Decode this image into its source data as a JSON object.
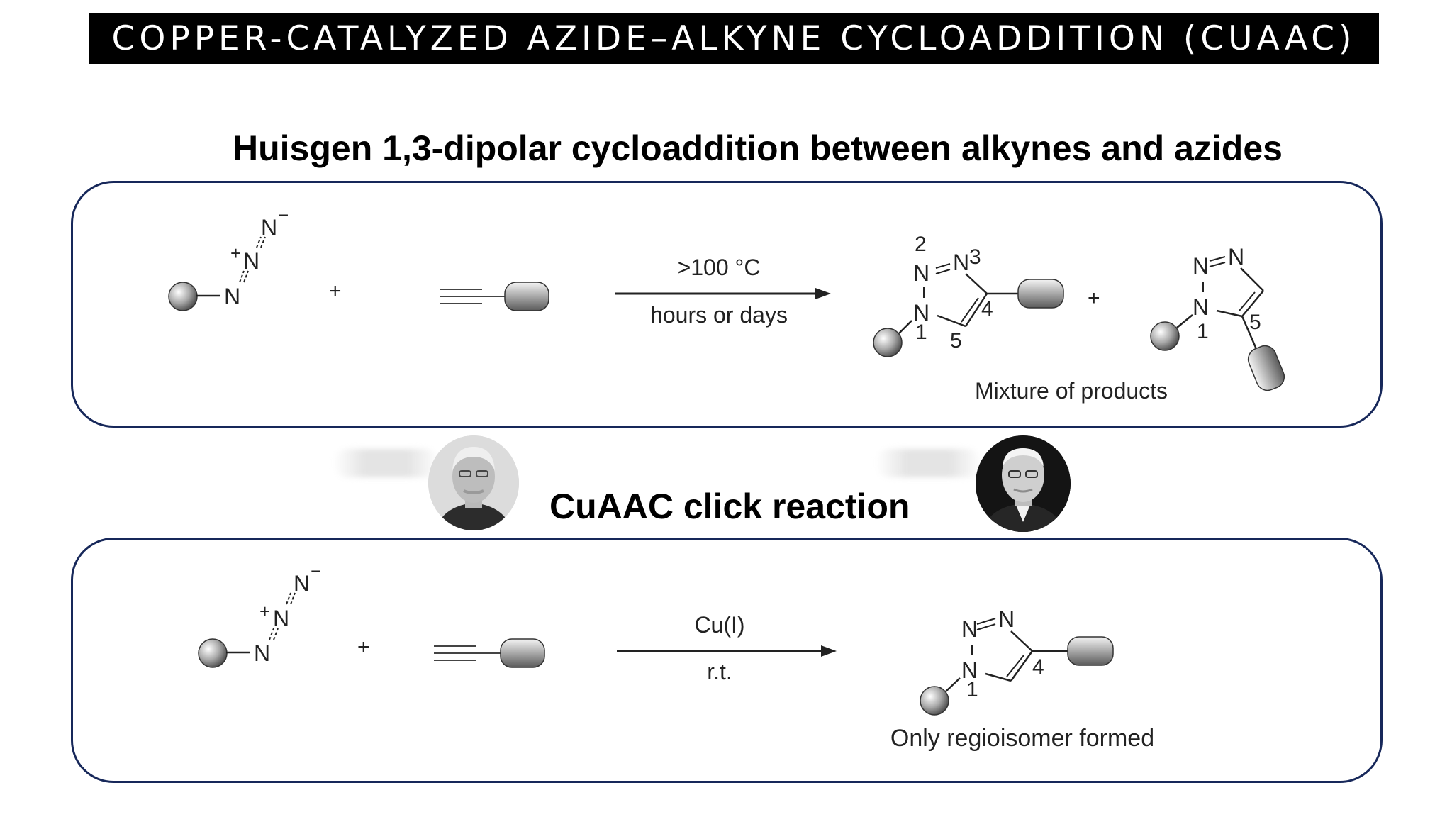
{
  "title": "COPPER-CATALYZED AZIDE–ALKYNE CYCLOADDITION (CUAAC)",
  "huisgen": {
    "heading": "Huisgen 1,3-dipolar cycloaddition between alkynes and azides",
    "plus": "+",
    "condition_above": ">100 °C",
    "condition_below": "hours or days",
    "product_note": "Mixture of products",
    "azide_atoms": [
      "N",
      "N",
      "N"
    ],
    "azide_charges": [
      "−",
      "+"
    ],
    "product1_labels": [
      "2",
      "3",
      "4",
      "1",
      "5"
    ],
    "product2_labels": [
      "1",
      "5"
    ],
    "triazole_atoms": [
      "N",
      "N",
      "N"
    ]
  },
  "cuaac": {
    "heading": "CuAAC click reaction",
    "plus": "+",
    "condition_above": "Cu(I)",
    "condition_below": "r.t.",
    "product_note": "Only regioisomer formed",
    "azide_atoms": [
      "N",
      "N",
      "N"
    ],
    "azide_charges": [
      "−",
      "+"
    ],
    "product_labels": [
      "4",
      "1"
    ],
    "triazole_atoms": [
      "N",
      "N",
      "N"
    ]
  },
  "colors": {
    "banner_bg": "#000000",
    "banner_text": "#ffffff",
    "panel_border": "#17285a"
  },
  "icons": {
    "portrait_left": "person-portrait-icon",
    "portrait_right": "person-portrait-icon"
  }
}
